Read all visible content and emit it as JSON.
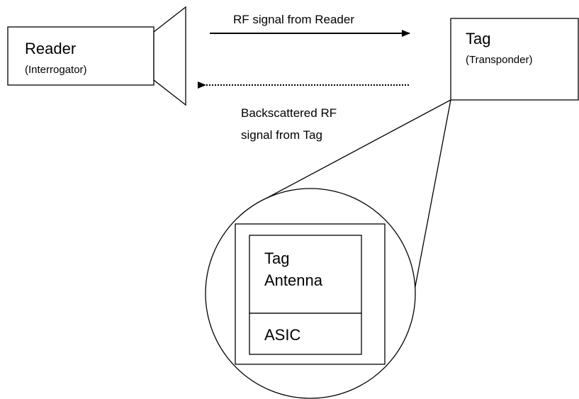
{
  "reader": {
    "title": "Reader",
    "subtitle": "(Interrogator)"
  },
  "tag": {
    "title": "Tag",
    "subtitle": "(Transponder)"
  },
  "forward_signal": {
    "label": "RF signal from Reader"
  },
  "backscatter_signal": {
    "label_line1": "Backscattered RF",
    "label_line2": "signal from Tag"
  },
  "tag_detail": {
    "antenna_line1": "Tag",
    "antenna_line2": "Antenna",
    "chip": "ASIC"
  },
  "colors": {
    "stroke": "#000000",
    "background": "#ffffff"
  }
}
